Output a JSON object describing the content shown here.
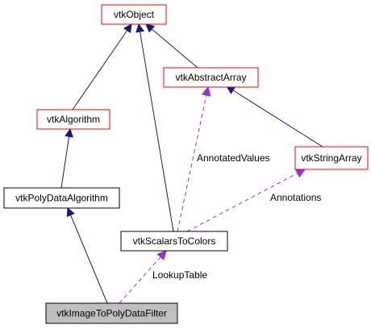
{
  "diagram": {
    "nodes": {
      "vtkObject": {
        "label": "vtkObject"
      },
      "vtkAbstractArray": {
        "label": "vtkAbstractArray"
      },
      "vtkAlgorithm": {
        "label": "vtkAlgorithm"
      },
      "vtkStringArray": {
        "label": "vtkStringArray"
      },
      "vtkPolyDataAlgorithm": {
        "label": "vtkPolyDataAlgorithm"
      },
      "vtkScalarsToColors": {
        "label": "vtkScalarsToColors"
      },
      "vtkImageToPolyDataFilter": {
        "label": "vtkImageToPolyDataFilter"
      }
    },
    "edge_labels": {
      "annotated_values": "AnnotatedValues",
      "annotations": "Annotations",
      "lookup_table": "LookupTable"
    },
    "colors": {
      "inheritance_edge": "#191970",
      "usage_edge": "#9a32cd",
      "documented_border": "#ff0000",
      "undocumented_border": "#000000",
      "focus_fill": "#bfbfbf",
      "node_fill": "#ffffff"
    }
  }
}
